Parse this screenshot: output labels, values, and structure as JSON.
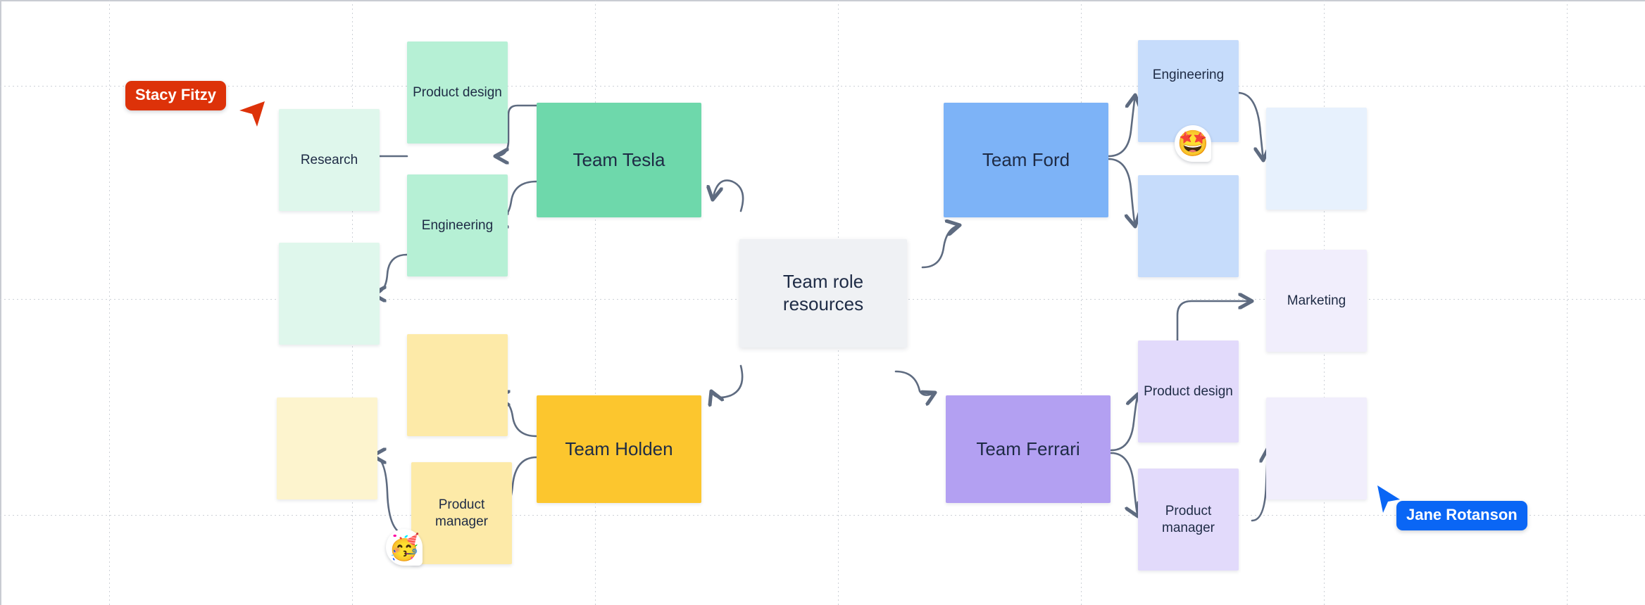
{
  "board": {
    "title": "Team role resources",
    "hub": {
      "label": "Team role resources"
    },
    "grid": {
      "vertical_x": [
        155,
        500,
        845,
        1190,
        1535,
        1880,
        2225
      ],
      "horizontal_y": [
        122,
        425,
        732
      ],
      "color": "#cdd1d7"
    },
    "connector_color": "#5e6b80"
  },
  "clusters": [
    {
      "name": "tesla",
      "team_label": "Team Tesla",
      "team_color": "#6ed8ab",
      "role_color": "#b6f0d5",
      "blank_color": "#dff7ec"
    },
    {
      "name": "holden",
      "team_label": "Team Holden",
      "team_color": "#fcc62e",
      "role_color": "#fdeaa8",
      "blank_color": "#fdf4ce"
    },
    {
      "name": "ford",
      "team_label": "Team Ford",
      "team_color": "#7db3f7",
      "role_color": "#c6dcfb",
      "blank_color": "#e7f1fd"
    },
    {
      "name": "ferrari",
      "team_label": "Team Ferrari",
      "team_color": "#b3a0f2",
      "role_color": "#e2dafb",
      "blank_color": "#f1eefc"
    }
  ],
  "cards": {
    "tesla_team": {
      "label": "Team Tesla"
    },
    "tesla_product_design": {
      "label": "Product design"
    },
    "tesla_engineering": {
      "label": "Engineering"
    },
    "tesla_research": {
      "label": "Research"
    },
    "tesla_blank": {
      "label": ""
    },
    "holden_team": {
      "label": "Team Holden"
    },
    "holden_blank_top": {
      "label": ""
    },
    "holden_product_manager": {
      "label": "Product manager"
    },
    "holden_blank_left": {
      "label": ""
    },
    "ford_team": {
      "label": "Team Ford"
    },
    "ford_engineering": {
      "label": "Engineering"
    },
    "ford_blank_bottom": {
      "label": ""
    },
    "ford_blank_right": {
      "label": ""
    },
    "ferrari_team": {
      "label": "Team Ferrari"
    },
    "ferrari_product_design": {
      "label": "Product design"
    },
    "ferrari_product_manager": {
      "label": "Product manager"
    },
    "ferrari_marketing": {
      "label": "Marketing"
    },
    "ferrari_blank_right": {
      "label": ""
    }
  },
  "stickers": [
    {
      "name": "star-struck-emoji",
      "glyph": "🤩",
      "on": "ford_engineering"
    },
    {
      "name": "partying-face-emoji",
      "glyph": "🥳",
      "on": "holden_product_manager"
    }
  ],
  "cursors": [
    {
      "name": "Stacy Fitzy",
      "color": "#dd3209",
      "pointer": "left",
      "icon": "cursor-pointer-icon"
    },
    {
      "name": "Jane Rotanson",
      "color": "#0a66f5",
      "pointer": "up-left",
      "icon": "cursor-pointer-icon"
    }
  ]
}
